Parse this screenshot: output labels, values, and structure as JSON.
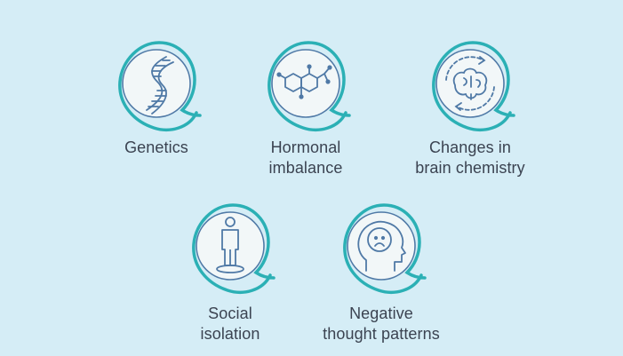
{
  "items": [
    {
      "label_line1": "Genetics",
      "label_line2": "",
      "icon": "dna-icon"
    },
    {
      "label_line1": "Hormonal",
      "label_line2": "imbalance",
      "icon": "molecule-icon"
    },
    {
      "label_line1": "Changes in",
      "label_line2": "brain chemistry",
      "icon": "brain-cycle-icon"
    },
    {
      "label_line1": "Social",
      "label_line2": "isolation",
      "icon": "person-icon"
    },
    {
      "label_line1": "Negative",
      "label_line2": "thought patterns",
      "icon": "sad-head-icon"
    }
  ],
  "colors": {
    "background": "#d5edf6",
    "ring": "#2bb0b5",
    "inner_fill": "#f2f7f8",
    "icon_stroke": "#4f79a6",
    "label": "#3b4351"
  }
}
